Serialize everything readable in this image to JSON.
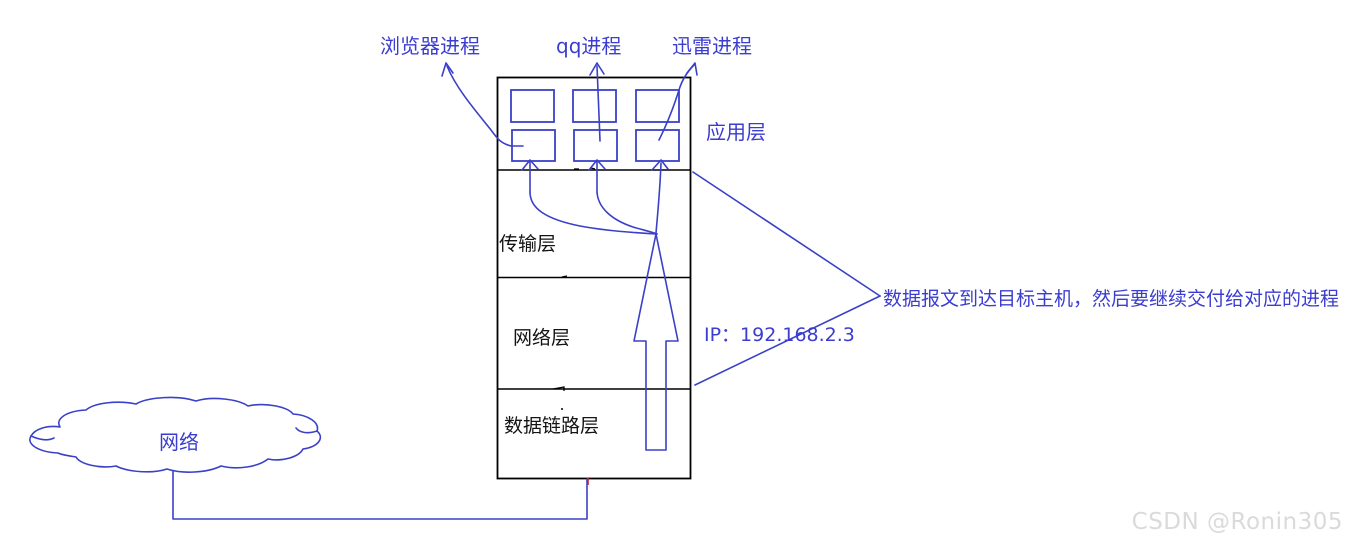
{
  "diagram": {
    "process_labels": [
      {
        "label": "浏览器进程"
      },
      {
        "label": "qq进程"
      },
      {
        "label": "迅雷进程"
      }
    ],
    "layers": [
      {
        "label": "应用层"
      },
      {
        "label": "传输层"
      },
      {
        "label": "网络层"
      },
      {
        "label": "数据链路层"
      }
    ],
    "ip_label": "IP：192.168.2.3",
    "annotation": "数据报文到达目标主机，然后要继续交付给对应的进程",
    "cloud_label": "网络",
    "colors": {
      "line_blue": "#3a40c8",
      "text_blue": "#3b3cd0",
      "box_black": "#000000",
      "red_tick": "#cc2222",
      "watermark_gray": "#dadada"
    }
  },
  "watermark": "CSDN @Ronin305"
}
